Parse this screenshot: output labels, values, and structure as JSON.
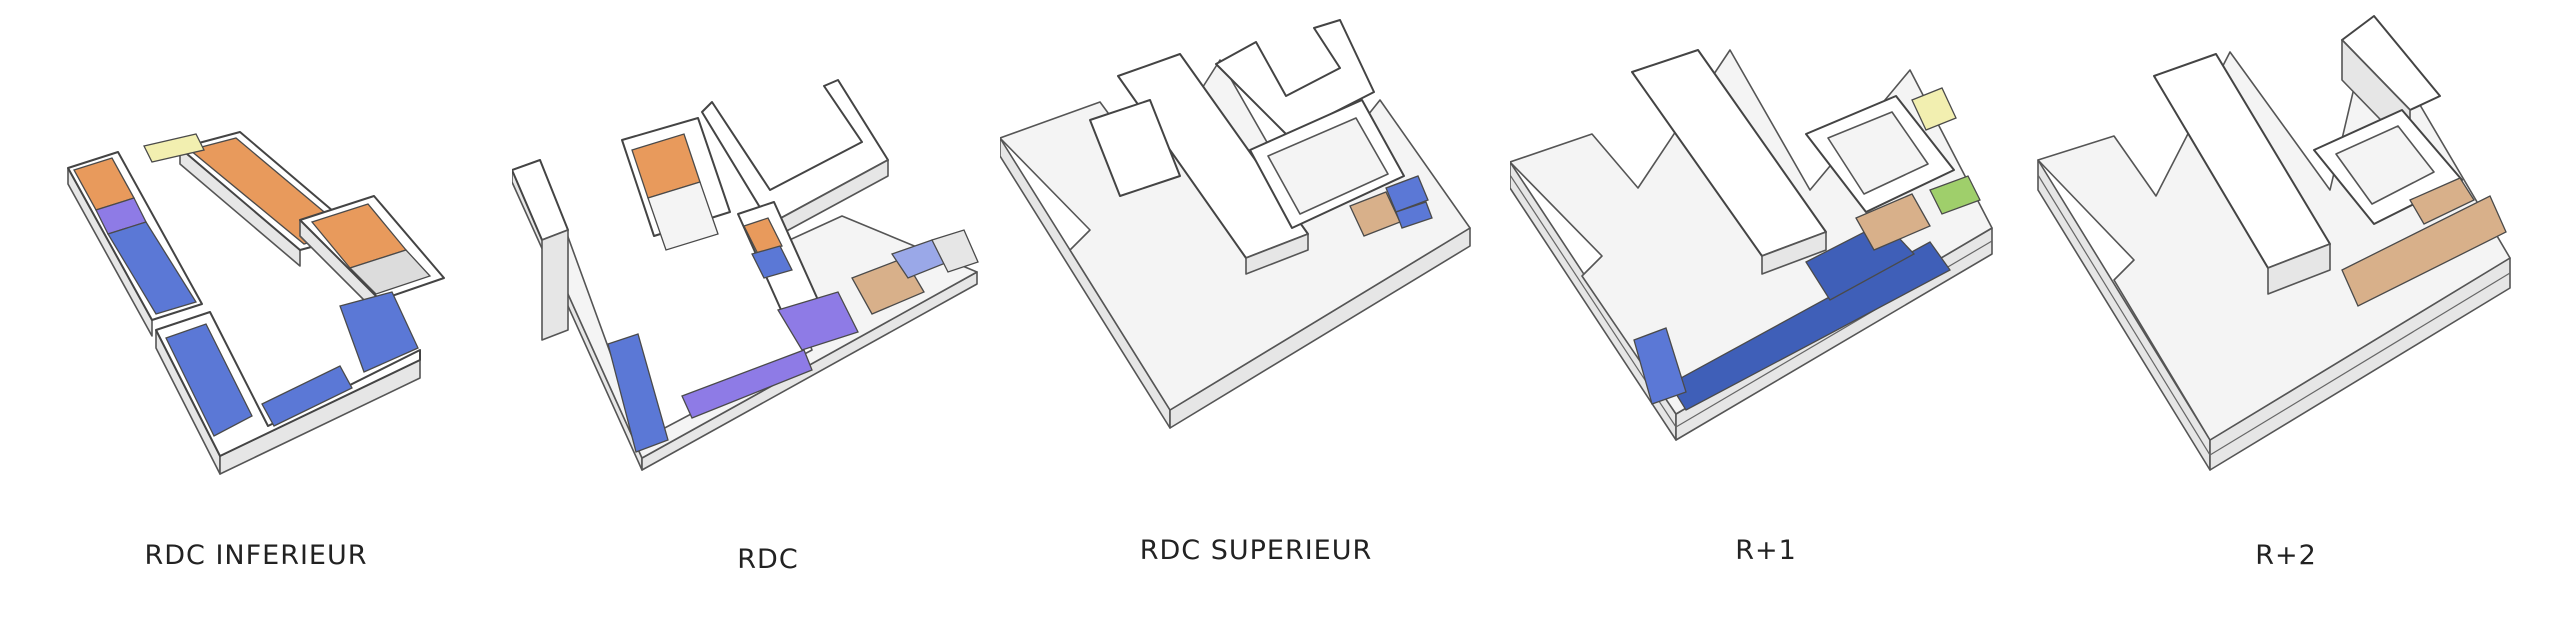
{
  "plans": [
    {
      "label": "RDC  INFERIEUR"
    },
    {
      "label": "RDC"
    },
    {
      "label": "RDC  SUPERIEUR"
    },
    {
      "label": "R+1"
    },
    {
      "label": "R+2"
    }
  ],
  "colors": {
    "orange": "#e89a5c",
    "blue": "#5b78d6",
    "dark_blue": "#3f5fb8",
    "violet": "#8e7be6",
    "tan": "#d8b08a",
    "yellow": "#f2efb0",
    "green": "#9fcf6b",
    "gray_fill": "#dcdcdc"
  }
}
